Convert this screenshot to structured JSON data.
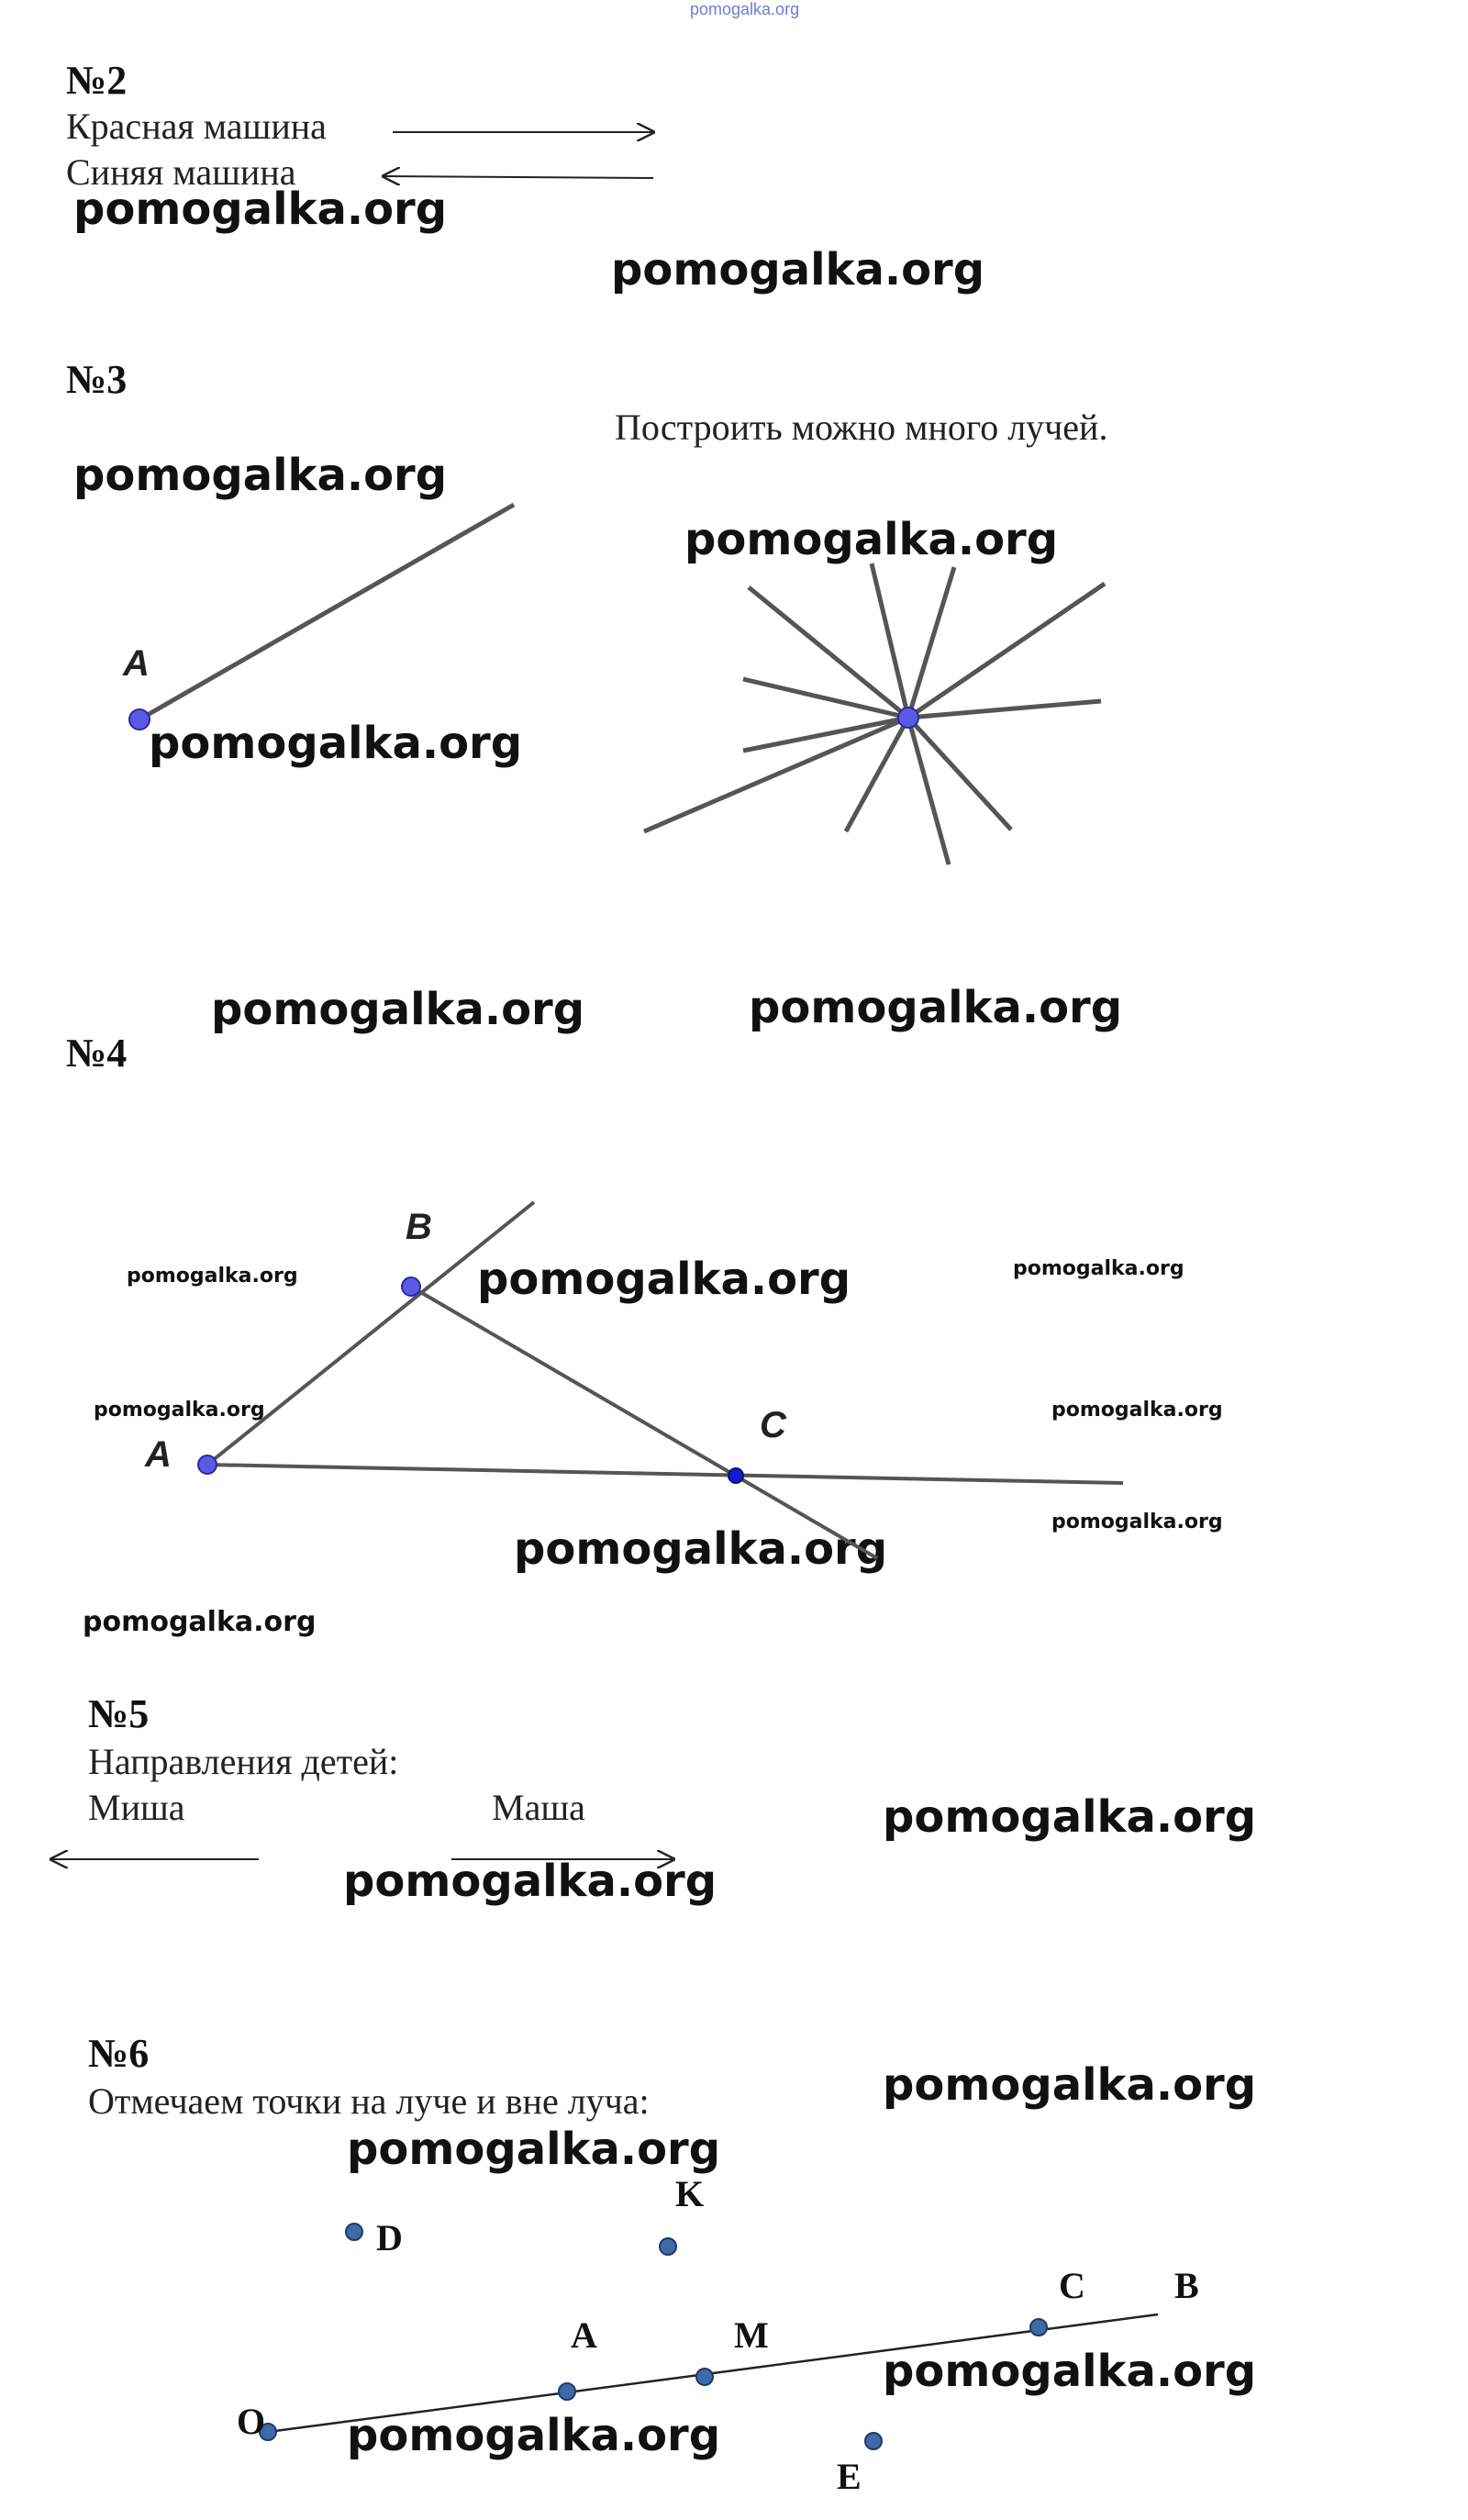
{
  "top_watermark": "pomogalka.org",
  "watermark": "pomogalka.org",
  "task2": {
    "heading": "№2",
    "line1": "Красная машина",
    "line2": "Синяя машина"
  },
  "task3": {
    "heading": "№3",
    "note": "Построить можно много лучей.",
    "point_label": "A"
  },
  "task4": {
    "heading": "№4",
    "labels": [
      "A",
      "B",
      "C"
    ]
  },
  "task5": {
    "heading": "№5",
    "line1": "Направления детей:",
    "name1": "Миша",
    "name2": "Маша"
  },
  "task6": {
    "heading": "№6",
    "line1": "Отмечаем точки на луче и вне луча:",
    "labels": {
      "O": "O",
      "A": "A",
      "M": "M",
      "C": "C",
      "B": "B",
      "D": "D",
      "K": "K",
      "E": "E"
    }
  },
  "colors": {
    "line": "#555555",
    "point_fill": "#5a5ae6",
    "point_dark": "#2b4a8a",
    "watermark_top": "#6b7fd6"
  }
}
